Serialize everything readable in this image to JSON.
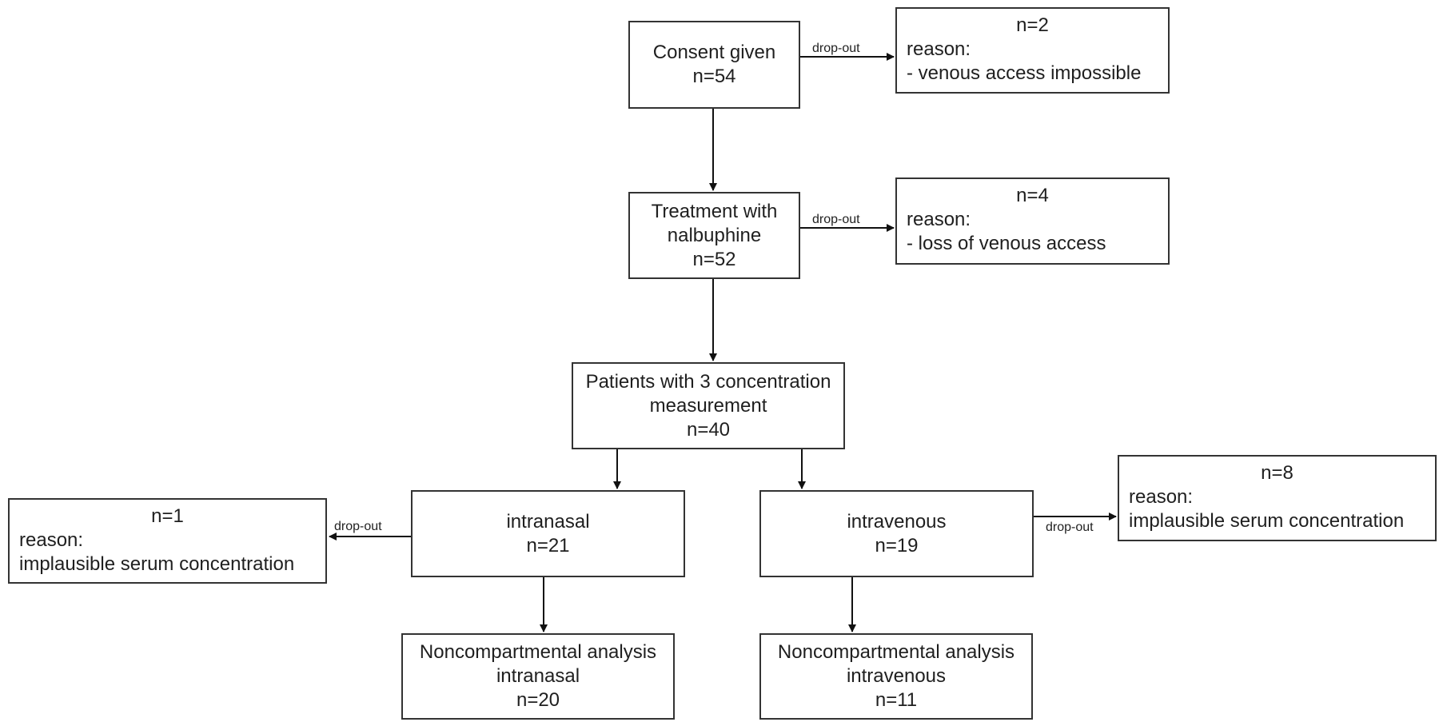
{
  "consent": {
    "title": "Consent given",
    "n": "n=54"
  },
  "drop1": {
    "n": "n=2",
    "reason_label": "reason:",
    "reason": "- venous access impossible"
  },
  "treatment": {
    "line1": "Treatment with",
    "line2": "nalbuphine",
    "n": "n=52"
  },
  "drop2": {
    "n": "n=4",
    "reason_label": "reason:",
    "reason": "- loss of venous access"
  },
  "patients": {
    "line1": "Patients with 3 concentration",
    "line2": "measurement",
    "n": "n=40"
  },
  "intranasal": {
    "title": "intranasal",
    "n": "n=21"
  },
  "intravenous": {
    "title": "intravenous",
    "n": "n=19"
  },
  "drop_in": {
    "n": "n=1",
    "reason_label": "reason:",
    "reason": "implausible serum concentration"
  },
  "drop_iv": {
    "n": "n=8",
    "reason_label": "reason:",
    "reason": "implausible serum concentration"
  },
  "nca_in": {
    "line1": "Noncompartmental analysis",
    "line2": "intranasal",
    "n": "n=20"
  },
  "nca_iv": {
    "line1": "Noncompartmental analysis",
    "line2": "intravenous",
    "n": "n=11"
  },
  "edge_labels": {
    "dropout": "drop-out"
  }
}
